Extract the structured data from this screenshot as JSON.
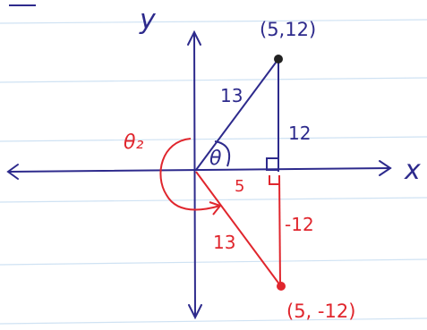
{
  "colors": {
    "ruled_line": "#cfe2f3",
    "margin_line": "#bcd3e8",
    "ink_blue": "#2d2a8c",
    "ink_red": "#e0262d",
    "ink_dark": "#222222"
  },
  "axes": {
    "x_label": "x",
    "y_label": "y"
  },
  "points": {
    "upper": {
      "label": "(5,12)",
      "x": 5,
      "y": 12
    },
    "lower": {
      "label": "(5, -12)",
      "x": 5,
      "y": -12
    }
  },
  "labels": {
    "upper_hypotenuse": "13",
    "upper_leg": "12",
    "theta": "θ",
    "theta2": "θ₂",
    "base": "5",
    "lower_hypotenuse": "13",
    "lower_leg": "-12"
  }
}
